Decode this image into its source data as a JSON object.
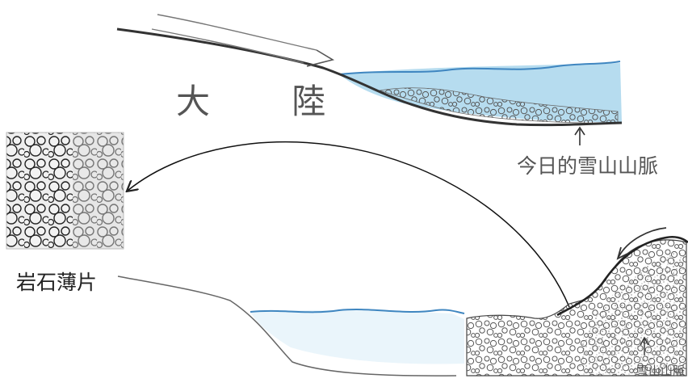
{
  "labels": {
    "continent": "大 陸",
    "today_snow_mountains": "今日的雪山山脈",
    "rock_thin_section": "岩石薄片",
    "snow_mountains": "雪山山脈"
  },
  "colors": {
    "water": "#a9d6ec",
    "water_line": "#3f86c0",
    "pencil": "#3a3a3a"
  }
}
